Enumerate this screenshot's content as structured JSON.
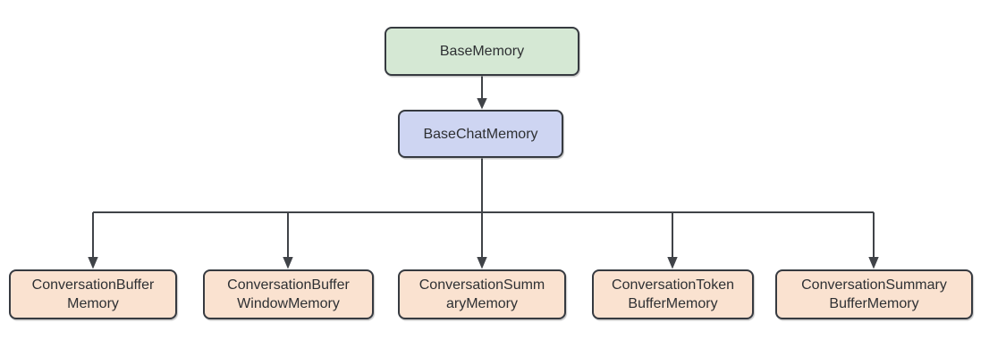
{
  "style": {
    "background": "#ffffff",
    "node_border_color": "#363a40",
    "node_text_color": "#2e3033",
    "connector_color": "#404348"
  },
  "nodes": {
    "root": {
      "label": "BaseMemory",
      "fill": "#d5e8d4"
    },
    "middle": {
      "label": "BaseChatMemory",
      "fill": "#ced5f2"
    },
    "children": [
      {
        "label": "ConversationBufferMemory",
        "line1": "ConversationBuffer",
        "line2": "Memory",
        "fill": "#fae2d0"
      },
      {
        "label": "ConversationBufferWindowMemory",
        "line1": "ConversationBuffer",
        "line2": "WindowMemory",
        "fill": "#fae2d0"
      },
      {
        "label": "ConversationSummaryMemory",
        "line1": "ConversationSumm",
        "line2": "aryMemory",
        "fill": "#fae2d0"
      },
      {
        "label": "ConversationTokenBufferMemory",
        "line1": "ConversationToken",
        "line2": "BufferMemory",
        "fill": "#fae2d0"
      },
      {
        "label": "ConversationSummaryBufferMemory",
        "line1": "ConversationSummary",
        "line2": "BufferMemory",
        "fill": "#fae2d0"
      }
    ]
  },
  "edges": [
    {
      "from": "BaseMemory",
      "to": "BaseChatMemory"
    },
    {
      "from": "BaseChatMemory",
      "to": "ConversationBufferMemory"
    },
    {
      "from": "BaseChatMemory",
      "to": "ConversationBufferWindowMemory"
    },
    {
      "from": "BaseChatMemory",
      "to": "ConversationSummaryMemory"
    },
    {
      "from": "BaseChatMemory",
      "to": "ConversationTokenBufferMemory"
    },
    {
      "from": "BaseChatMemory",
      "to": "ConversationSummaryBufferMemory"
    }
  ]
}
